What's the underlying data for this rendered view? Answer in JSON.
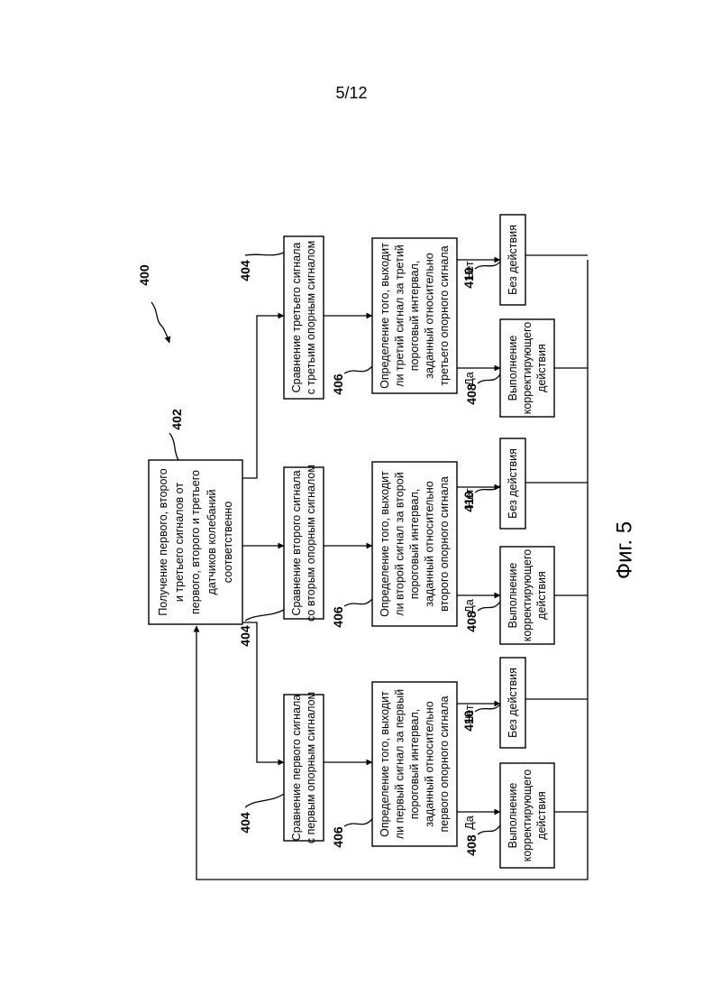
{
  "page_number": "5/12",
  "figure_label": "Фиг. 5",
  "flowchart_ref": "400",
  "start": {
    "ref": "402",
    "lines": [
      "Получение первого, второго",
      "и третьего сигналов от",
      "первого, второго и третьего",
      "датчиков колебаний",
      "соответственно"
    ]
  },
  "branches": [
    {
      "compare": {
        "ref": "404",
        "lines": [
          "Сравнение первого сигнала",
          "с первым опорным сигналом"
        ]
      },
      "decision": {
        "ref": "406",
        "lines": [
          "Определение того, выходит",
          "ли первый сигнал за первый",
          "пороговый интервал,",
          "заданный относительно",
          "первого опорного сигнала"
        ]
      },
      "yes": {
        "label": "Да",
        "ref": "408",
        "lines": [
          "Выполнение",
          "корректирующего",
          "действия"
        ]
      },
      "no": {
        "label": "Нет",
        "ref": "410",
        "lines": [
          "Без действия"
        ]
      }
    },
    {
      "compare": {
        "ref": "404",
        "lines": [
          "Сравнение второго сигнала",
          "со вторым опорным сигналом"
        ]
      },
      "decision": {
        "ref": "406",
        "lines": [
          "Определение того, выходит",
          "ли второй сигнал за второй",
          "пороговый интервал,",
          "заданный относительно",
          "второго опорного сигнала"
        ]
      },
      "yes": {
        "label": "Да",
        "ref": "408",
        "lines": [
          "Выполнение",
          "корректирующего",
          "действия"
        ]
      },
      "no": {
        "label": "Нет",
        "ref": "410",
        "lines": [
          "Без действия"
        ]
      }
    },
    {
      "compare": {
        "ref": "404",
        "lines": [
          "Сравнение третьего сигнала",
          "с третьим опорным сигналом"
        ]
      },
      "decision": {
        "ref": "406",
        "lines": [
          "Определение того, выходит",
          "ли третий сигнал за третий",
          "пороговый интервал,",
          "заданный относительно",
          "третьего опорного сигнала"
        ]
      },
      "yes": {
        "label": "Да",
        "ref": "408",
        "lines": [
          "Выполнение",
          "корректирующего",
          "действия"
        ]
      },
      "no": {
        "label": "Нет",
        "ref": "410",
        "lines": [
          "Без действия"
        ]
      }
    }
  ]
}
